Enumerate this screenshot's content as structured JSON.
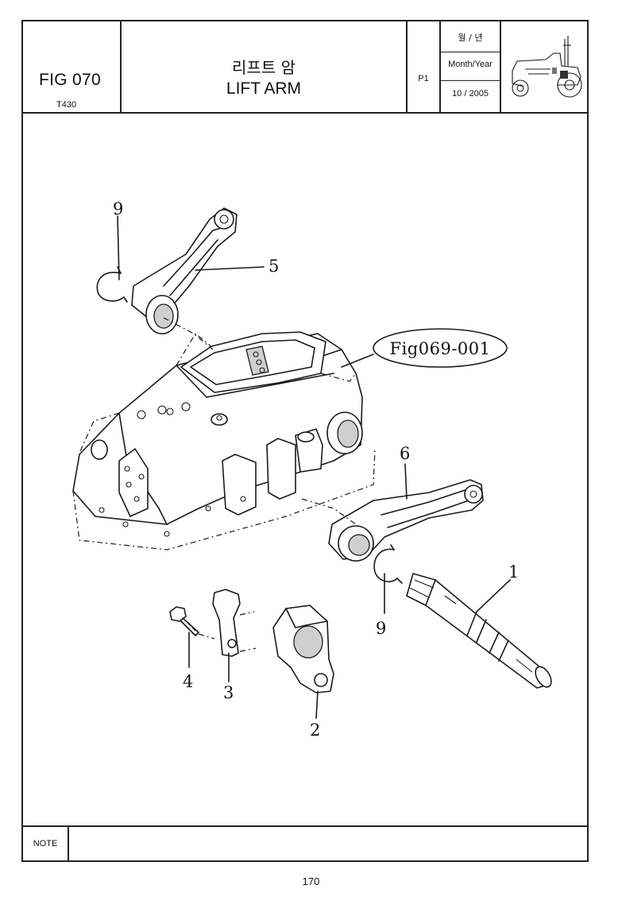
{
  "header": {
    "fig_number": "FIG 070",
    "model_code": "T430",
    "title_korean": "리프트 암",
    "title_english": "LIFT ARM",
    "page_label": "P1",
    "date_label_korean": "월 / 년",
    "date_label_english": "Month/Year",
    "date_value": "10 / 2005",
    "thumbnail_icon": "tractor-icon"
  },
  "diagram": {
    "reference_label": "Fig069-001",
    "callouts": [
      "9",
      "5",
      "6",
      "1",
      "9",
      "4",
      "3",
      "2"
    ],
    "parts_icons": [
      "lift-arm-left",
      "lift-arm-right",
      "snap-ring",
      "lift-shaft",
      "lever-arm",
      "bracket-plate",
      "bolt",
      "hydraulic-housing"
    ]
  },
  "footer": {
    "note_label": "NOTE",
    "note_text": "",
    "page_number": "170"
  }
}
